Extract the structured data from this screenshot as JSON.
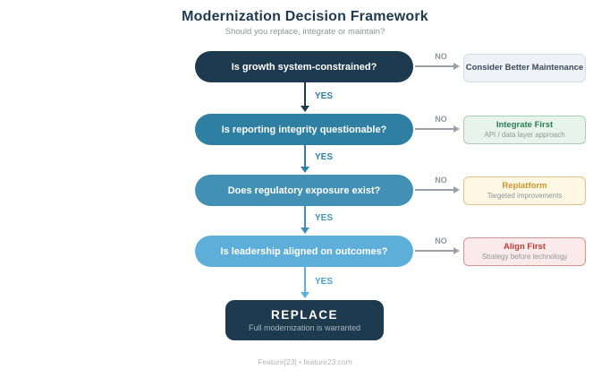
{
  "header": {
    "title": "Modernization Decision Framework",
    "subtitle": "Should you replace, integrate or maintain?"
  },
  "steps": [
    {
      "question": "Is growth system-constrained?",
      "yes_label": "YES",
      "no_label": "NO",
      "no_result": {
        "title": "Consider Better Maintenance",
        "subtitle": ""
      },
      "colors": {
        "node": "#1d3a4e",
        "result_bg": "#eef1f5",
        "result_border": "#d7dde3",
        "result_title": "#3a4b58"
      }
    },
    {
      "question": "Is reporting integrity questionable?",
      "yes_label": "YES",
      "no_label": "NO",
      "no_result": {
        "title": "Integrate First",
        "subtitle": "API / data layer approach"
      },
      "colors": {
        "node": "#2f7fa2",
        "result_bg": "#e7f4ec",
        "result_border": "#a8cfb4",
        "result_title": "#2e7d4f"
      }
    },
    {
      "question": "Does regulatory exposure exist?",
      "yes_label": "YES",
      "no_label": "NO",
      "no_result": {
        "title": "Replatform",
        "subtitle": "Targeted improvements"
      },
      "colors": {
        "node": "#4291b4",
        "result_bg": "#fdf7e4",
        "result_border": "#e0c384",
        "result_title": "#c9982e"
      }
    },
    {
      "question": "Is leadership aligned on outcomes?",
      "yes_label": "YES",
      "no_label": "NO",
      "no_result": {
        "title": "Align First",
        "subtitle": "Strategy before technology"
      },
      "colors": {
        "node": "#5dafd9",
        "result_bg": "#fbeaea",
        "result_border": "#da9191",
        "result_title": "#c23a35"
      }
    }
  ],
  "final": {
    "title": "REPLACE",
    "subtitle": "Full modernization is warranted",
    "color": "#1d3a4e"
  },
  "footer": {
    "text": "Feature[23] • feature23.com"
  },
  "colors": {
    "background": "#ffffff",
    "title_text": "#1d3a4e",
    "muted_text": "#8d949b",
    "no_arrow": "#9aa0a6"
  }
}
